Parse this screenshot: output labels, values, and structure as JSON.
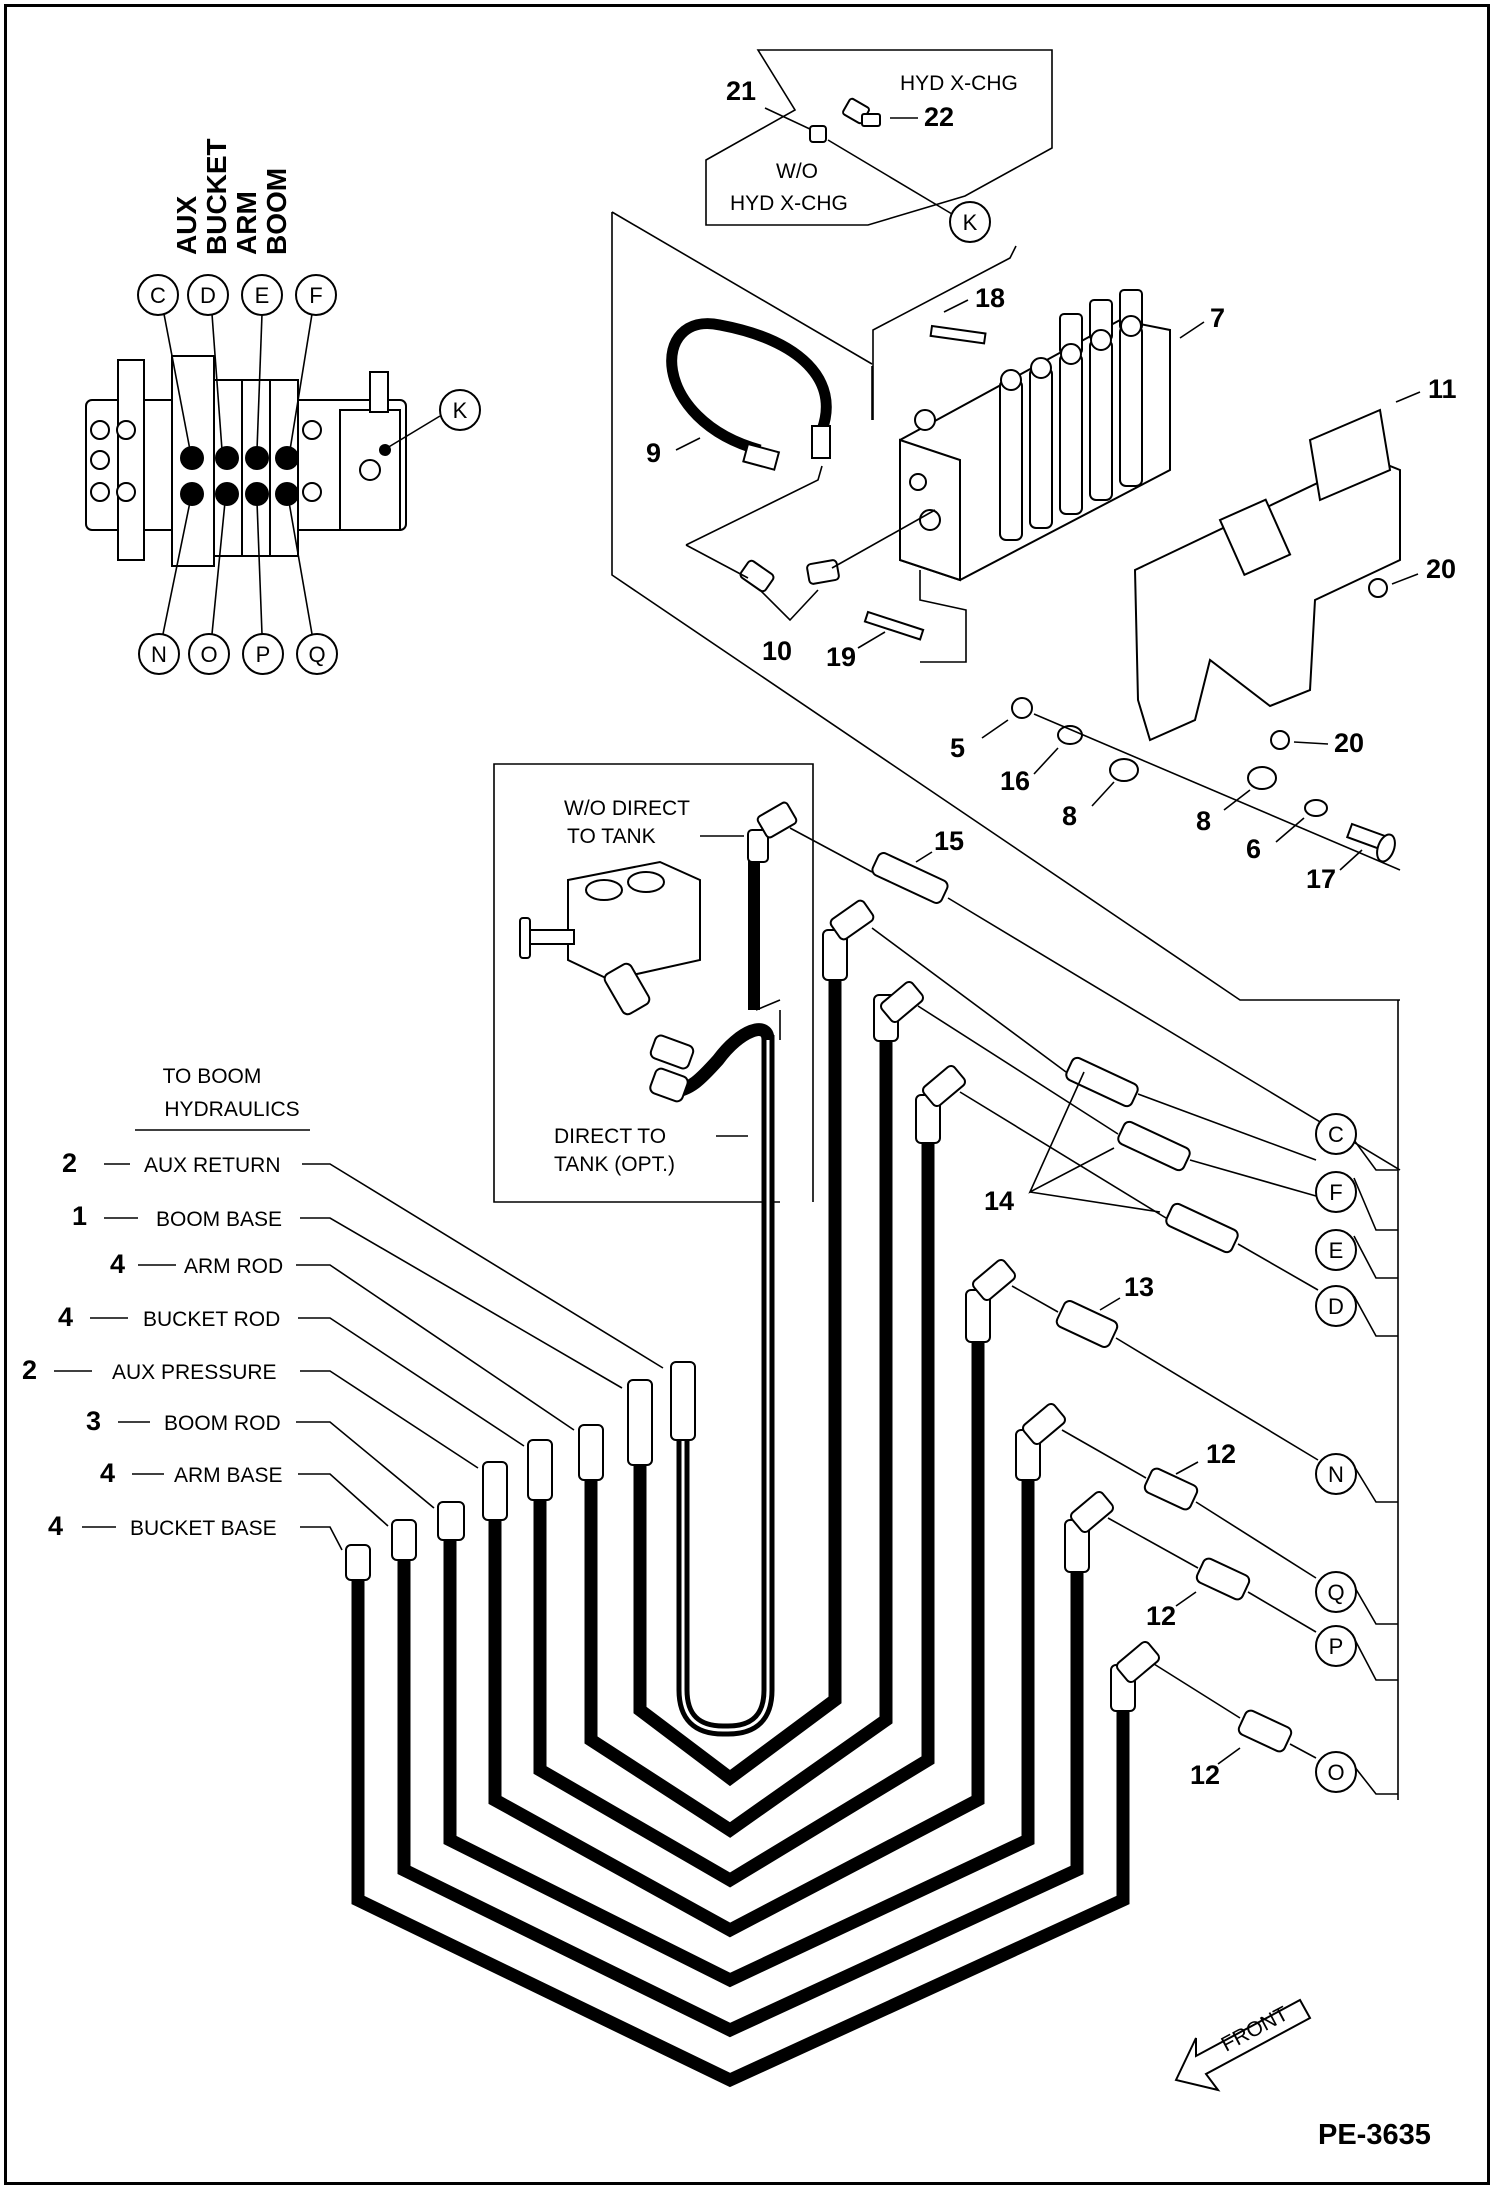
{
  "port_legend": {
    "columns": [
      "AUX",
      "BUCKET",
      "ARM",
      "BOOM"
    ],
    "top_ports": [
      "C",
      "D",
      "E",
      "F"
    ],
    "bottom_ports": [
      "N",
      "O",
      "P",
      "Q"
    ],
    "side_port": "K"
  },
  "inset_xchg": {
    "with_label": "HYD X-CHG",
    "without_label_1": "W/O",
    "without_label_2": "HYD X-CHG",
    "part_without": "21",
    "part_with": "22",
    "port": "K"
  },
  "inset_tank": {
    "wo_1": "W/O DIRECT",
    "wo_2": "TO TANK",
    "direct_1": "DIRECT TO",
    "direct_2": "TANK (OPT.)"
  },
  "hoses_header": [
    "TO BOOM",
    "HYDRAULICS"
  ],
  "hoses": [
    {
      "qty": "2",
      "label": "AUX RETURN"
    },
    {
      "qty": "1",
      "label": "BOOM BASE"
    },
    {
      "qty": "4",
      "label": "ARM ROD"
    },
    {
      "qty": "4",
      "label": "BUCKET ROD"
    },
    {
      "qty": "2",
      "label": "AUX PRESSURE"
    },
    {
      "qty": "3",
      "label": "BOOM ROD"
    },
    {
      "qty": "4",
      "label": "ARM BASE"
    },
    {
      "qty": "4",
      "label": "BUCKET BASE"
    }
  ],
  "callouts": {
    "p5": "5",
    "p6": "6",
    "p7": "7",
    "p8a": "8",
    "p8b": "8",
    "p9": "9",
    "p10": "10",
    "p11": "11",
    "p12a": "12",
    "p12b": "12",
    "p12c": "12",
    "p13": "13",
    "p14": "14",
    "p15": "15",
    "p16": "16",
    "p17": "17",
    "p18": "18",
    "p19": "19",
    "p20a": "20",
    "p20b": "20"
  },
  "right_ports": [
    "C",
    "F",
    "E",
    "D",
    "N",
    "Q",
    "P",
    "O"
  ],
  "front_label": "FRONT",
  "drawing_code": "PE-3635"
}
